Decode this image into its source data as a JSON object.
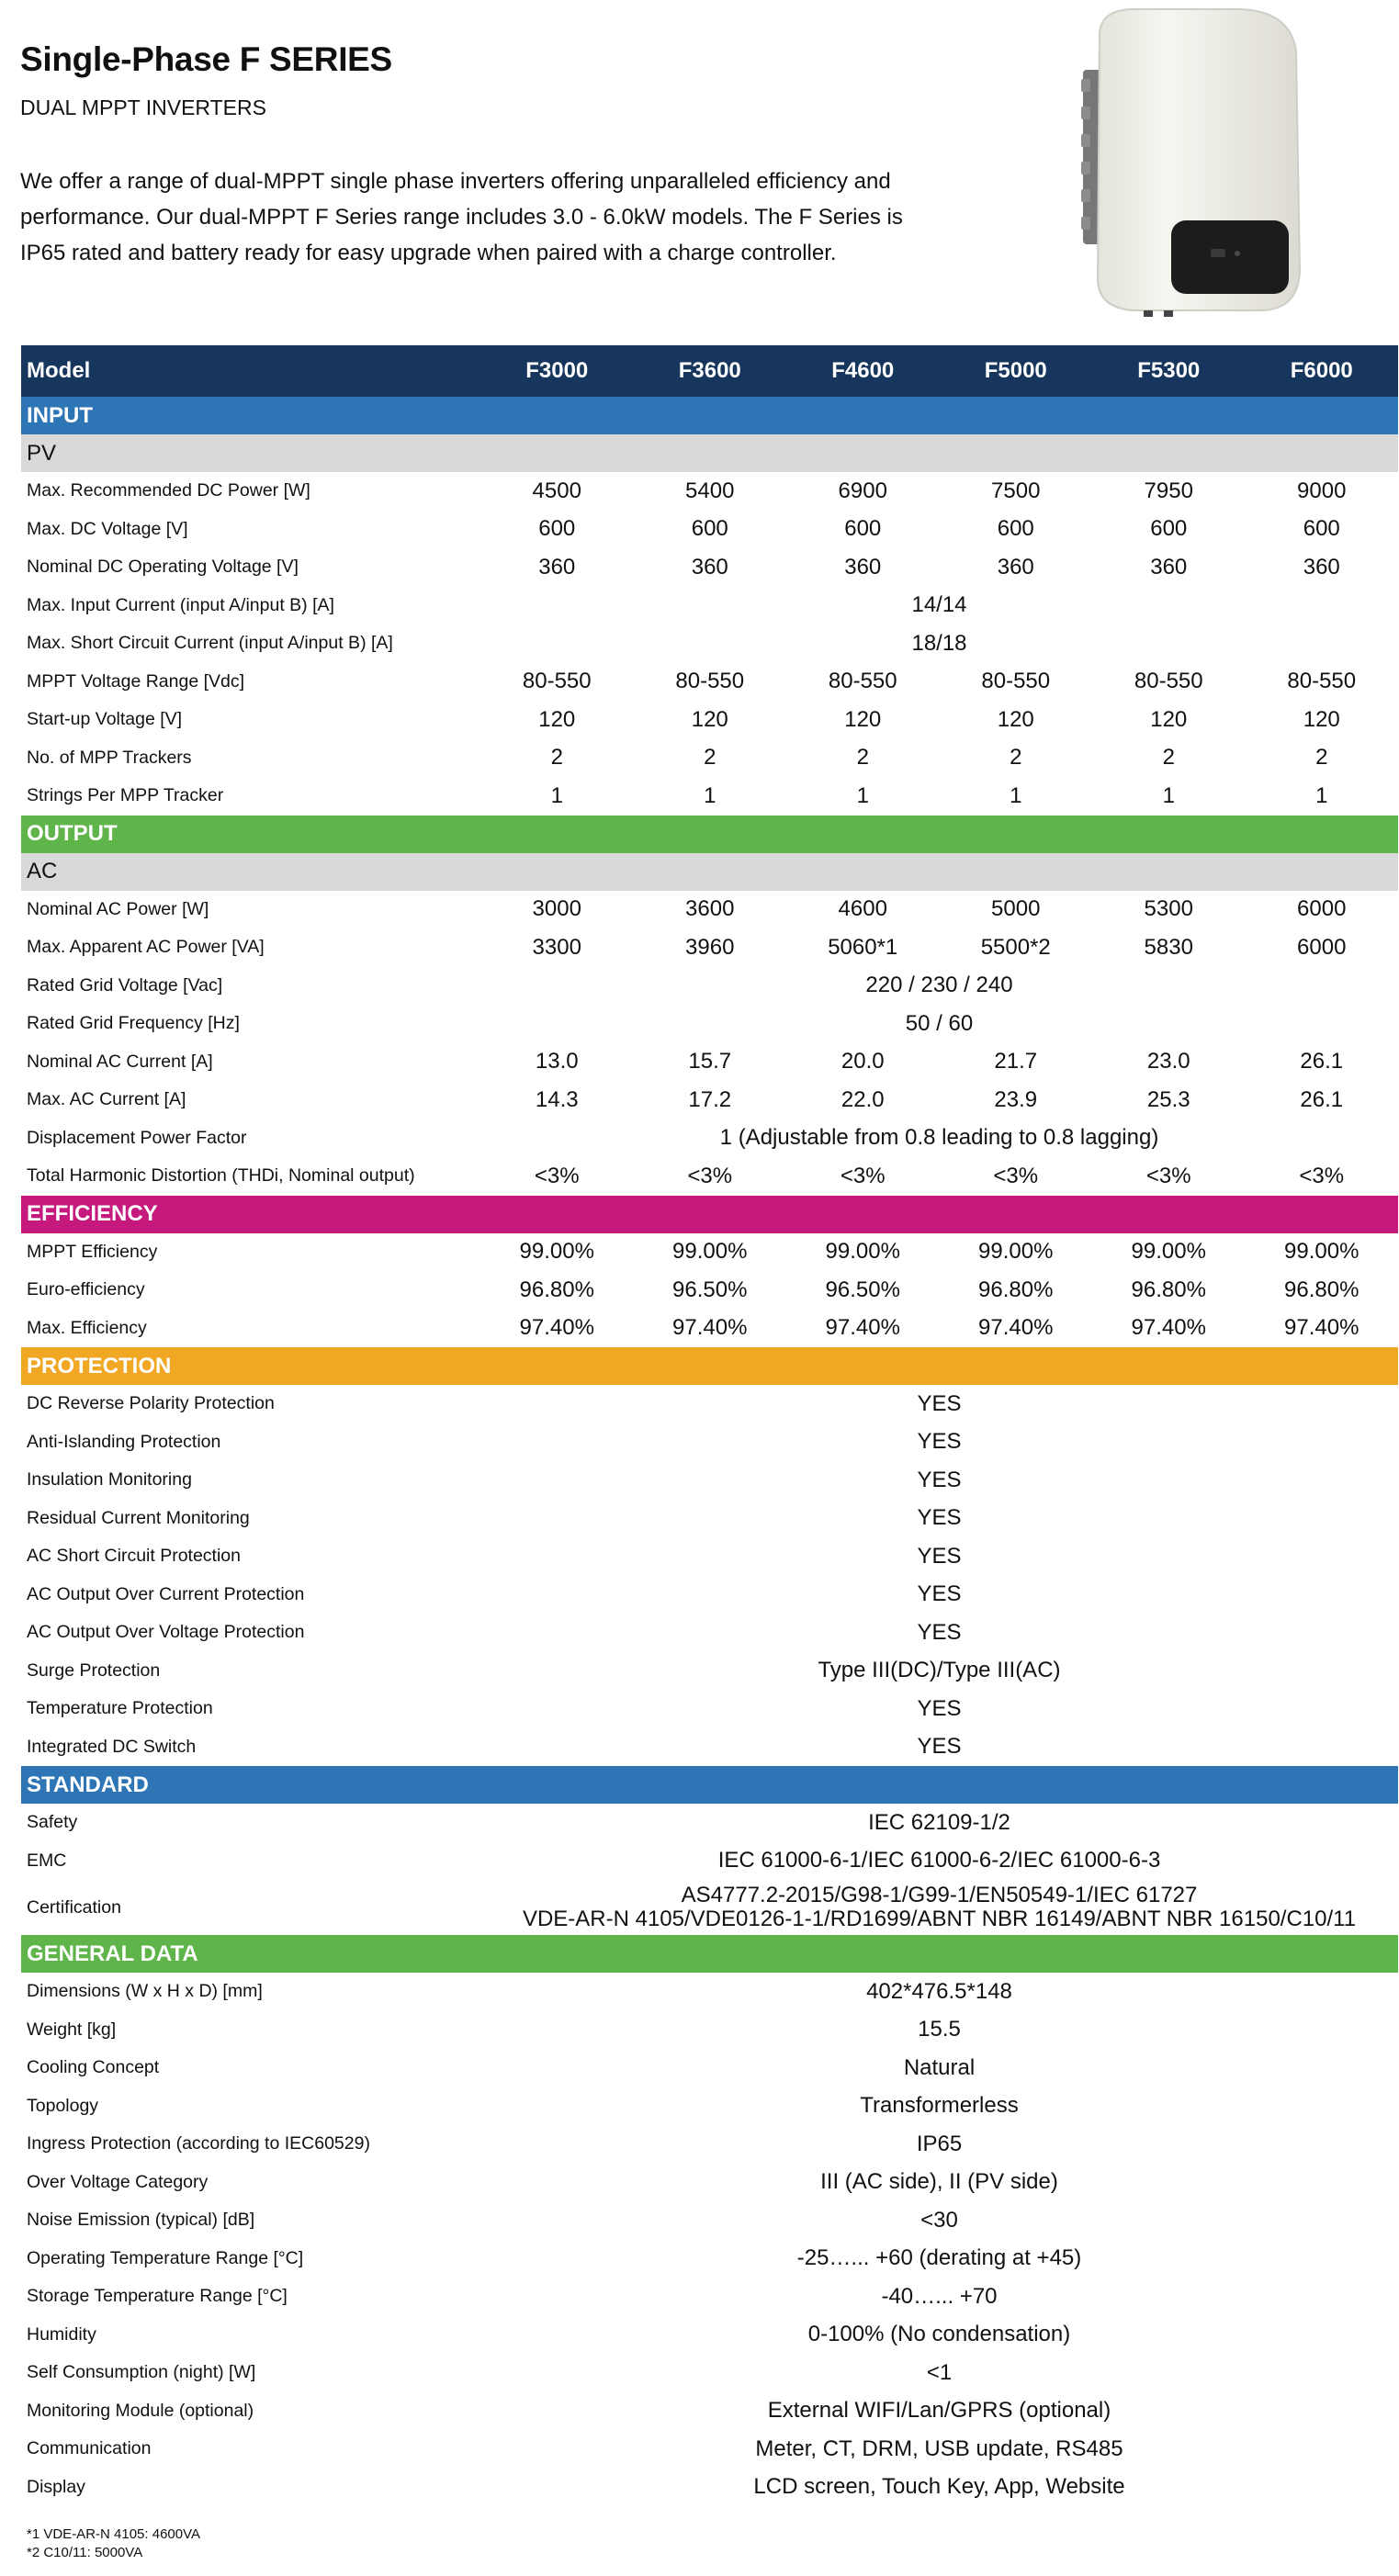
{
  "header": {
    "title": "Single-Phase F SERIES",
    "subtitle": "DUAL MPPT INVERTERS",
    "intro_lines": [
      "We offer a range of dual-MPPT single phase inverters offering unparalleled efficiency and",
      "performance. Our dual-MPPT F Series range includes 3.0 - 6.0kW models. The F Series is",
      "IP65 rated and battery ready for easy upgrade when paired with a charge controller."
    ]
  },
  "colors": {
    "navy": "#17365d",
    "blue": "#2e75b6",
    "green": "#5fb44a",
    "magenta": "#c5197d",
    "orange": "#f0a723",
    "grey": "#d9d9d9"
  },
  "table": {
    "model_label": "Model",
    "models": [
      "F3000",
      "F3600",
      "F4600",
      "F5000",
      "F5300",
      "F6000"
    ],
    "sections": [
      {
        "name": "INPUT",
        "color": "#2e75b6",
        "subhead": "PV",
        "rows": [
          {
            "label": "Max. Recommended DC Power [W]",
            "values": [
              "4500",
              "5400",
              "6900",
              "7500",
              "7950",
              "9000"
            ]
          },
          {
            "label": "Max. DC Voltage [V]",
            "values": [
              "600",
              "600",
              "600",
              "600",
              "600",
              "600"
            ]
          },
          {
            "label": "Nominal DC Operating Voltage [V]",
            "values": [
              "360",
              "360",
              "360",
              "360",
              "360",
              "360"
            ]
          },
          {
            "label": "Max. Input Current (input A/input B) [A]",
            "span": "14/14"
          },
          {
            "label": "Max. Short Circuit Current (input A/input B) [A]",
            "span": "18/18"
          },
          {
            "label": "MPPT Voltage Range [Vdc]",
            "values": [
              "80-550",
              "80-550",
              "80-550",
              "80-550",
              "80-550",
              "80-550"
            ]
          },
          {
            "label": "Start-up Voltage [V]",
            "values": [
              "120",
              "120",
              "120",
              "120",
              "120",
              "120"
            ]
          },
          {
            "label": "No. of MPP Trackers",
            "values": [
              "2",
              "2",
              "2",
              "2",
              "2",
              "2"
            ]
          },
          {
            "label": "Strings Per MPP Tracker",
            "values": [
              "1",
              "1",
              "1",
              "1",
              "1",
              "1"
            ]
          }
        ]
      },
      {
        "name": "OUTPUT",
        "color": "#5fb44a",
        "subhead": "AC",
        "rows": [
          {
            "label": "Nominal AC Power [W]",
            "values": [
              "3000",
              "3600",
              "4600",
              "5000",
              "5300",
              "6000"
            ]
          },
          {
            "label": "Max. Apparent AC Power [VA]",
            "values": [
              "3300",
              "3960",
              "5060*1",
              "5500*2",
              "5830",
              "6000"
            ]
          },
          {
            "label": "Rated Grid Voltage [Vac]",
            "span": "220 / 230 / 240"
          },
          {
            "label": "Rated Grid Frequency [Hz]",
            "span": "50 / 60"
          },
          {
            "label": "Nominal AC Current [A]",
            "values": [
              "13.0",
              "15.7",
              "20.0",
              "21.7",
              "23.0",
              "26.1"
            ]
          },
          {
            "label": "Max. AC Current [A]",
            "values": [
              "14.3",
              "17.2",
              "22.0",
              "23.9",
              "25.3",
              "26.1"
            ]
          },
          {
            "label": "Displacement Power Factor",
            "span": "1 (Adjustable from 0.8 leading to 0.8 lagging)"
          },
          {
            "label": "Total Harmonic Distortion (THDi, Nominal output)",
            "values": [
              "<3%",
              "<3%",
              "<3%",
              "<3%",
              "<3%",
              "<3%"
            ]
          }
        ]
      },
      {
        "name": "EFFICIENCY",
        "color": "#c5197d",
        "rows": [
          {
            "label": "MPPT Efficiency",
            "values": [
              "99.00%",
              "99.00%",
              "99.00%",
              "99.00%",
              "99.00%",
              "99.00%"
            ]
          },
          {
            "label": "Euro-efficiency",
            "values": [
              "96.80%",
              "96.50%",
              "96.50%",
              "96.80%",
              "96.80%",
              "96.80%"
            ]
          },
          {
            "label": "Max. Efficiency",
            "values": [
              "97.40%",
              "97.40%",
              "97.40%",
              "97.40%",
              "97.40%",
              "97.40%"
            ]
          }
        ]
      },
      {
        "name": "PROTECTION",
        "color": "#f0a723",
        "rows": [
          {
            "label": "DC Reverse Polarity Protection",
            "span": "YES"
          },
          {
            "label": "Anti-Islanding Protection",
            "span": "YES"
          },
          {
            "label": "Insulation Monitoring",
            "span": "YES"
          },
          {
            "label": "Residual Current Monitoring",
            "span": "YES"
          },
          {
            "label": "AC Short Circuit Protection",
            "span": "YES"
          },
          {
            "label": "AC Output Over Current Protection",
            "span": "YES"
          },
          {
            "label": "AC Output Over Voltage Protection",
            "span": "YES"
          },
          {
            "label": "Surge Protection",
            "span": "Type III(DC)/Type  III(AC)"
          },
          {
            "label": "Temperature Protection",
            "span": "YES"
          },
          {
            "label": "Integrated DC Switch",
            "span": "YES"
          }
        ]
      },
      {
        "name": "STANDARD",
        "color": "#2e75b6",
        "rows": [
          {
            "label": "Safety",
            "span": "IEC 62109-1/2"
          },
          {
            "label": "EMC",
            "span": "IEC 61000-6-1/IEC 61000-6-2/IEC 61000-6-3"
          },
          {
            "label": "Certification",
            "span_lines": [
              "AS4777.2-2015/G98-1/G99-1/EN50549-1/IEC 61727",
              "VDE-AR-N 4105/VDE0126-1-1/RD1699/ABNT NBR 16149/ABNT NBR 16150/C10/11"
            ]
          }
        ]
      },
      {
        "name": "GENERAL DATA",
        "color": "#5fb44a",
        "rows": [
          {
            "label": "Dimensions (W x H x D) [mm]",
            "span": "402*476.5*148"
          },
          {
            "label": "Weight [kg]",
            "span": "15.5"
          },
          {
            "label": "Cooling Concept",
            "span": "Natural"
          },
          {
            "label": "Topology",
            "span": "Transformerless"
          },
          {
            "label": "Ingress Protection (according to IEC60529)",
            "span": "IP65"
          },
          {
            "label": "Over Voltage Category",
            "span": "III (AC side), II (PV side)"
          },
          {
            "label": "Noise Emission (typical) [dB]",
            "span": "<30"
          },
          {
            "label": "Operating Temperature Range [°C]",
            "span": "-25…... +60 (derating at +45)"
          },
          {
            "label": "Storage Temperature Range [°C]",
            "span": "-40…... +70"
          },
          {
            "label": "Humidity",
            "span": "0-100% (No condensation)"
          },
          {
            "label": "Self Consumption (night) [W]",
            "span": "<1"
          },
          {
            "label": "Monitoring Module (optional)",
            "span": "External WIFI/Lan/GPRS (optional)"
          },
          {
            "label": "Communication",
            "span": "Meter, CT, DRM, USB update, RS485"
          },
          {
            "label": "Display",
            "span": "LCD screen, Touch Key, App, Website"
          }
        ]
      }
    ]
  },
  "footnotes": [
    "*1 VDE-AR-N 4105: 4600VA",
    "*2 C10/11: 5000VA"
  ]
}
